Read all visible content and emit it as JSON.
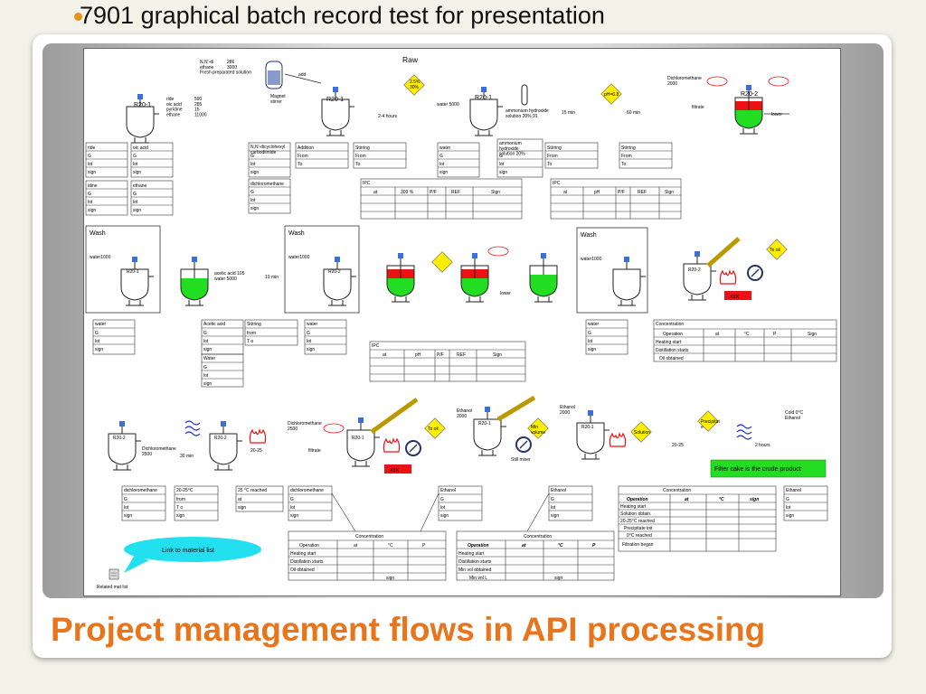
{
  "slide": {
    "bullet": "7901 graphical batch record test for presentation",
    "title": "Project management flows in API processing"
  },
  "colors": {
    "accent": "#e8751c",
    "bullet": "#e8901c",
    "green": "#22dd22",
    "red": "#ee1111",
    "yellow": "#ffee00",
    "cyan": "#22e0f0"
  },
  "diagram": {
    "raw_label": "Raw",
    "wash_label": "Wash",
    "add_label": "add",
    "lower_label": "lower",
    "filtrate_label": "filtrate",
    "xxx_label": "XXX",
    "reactors": {
      "r20_1": "R20-1",
      "r20_2": "R20-2"
    },
    "stage1_notes": {
      "ingredients": "N,N'-di\nethane\nFresh preparated solution",
      "ingredient_values": "286\n3000",
      "reagents": "ride\noic acid\npyridine\nethane",
      "reagent_values": "590\n285\n15\n11000",
      "stirrer": "Magnet\nstirrer",
      "hours": "2-4 hours",
      "water": "water 5000",
      "ammonium": "ammonium hydroxide\nsolution 20%  91",
      "min": "15 min",
      "dichloro": "Dichloromethane\n2000",
      "percent_tag": "2.5%\n30%",
      "ph_tag": "pH=6.8",
      "min60": "60 min"
    },
    "wash_notes": {
      "water1000": "water1000",
      "acetic": "acetic acid  105\nwater         5000",
      "min10": "10 min"
    },
    "stage3_notes": {
      "dichloro": "Dichloromethane\n2500",
      "min30": "30 min",
      "range": "20-25",
      "ethanol": "Ethanol\n2000",
      "ethanol_b": "Ethanol\n2000",
      "still_mixer": "Still mixer",
      "range2": "20-25",
      "hours2": "2 hours",
      "cold": "Cold 0°C\nEthanol",
      "filter_cake": "Filter cake is the crude product",
      "to_oil": "To oil",
      "min_volume": "Min\nvolume",
      "solution": "Solution",
      "precip": "Precipitat\ne"
    },
    "tables": {
      "col_at": "at",
      "col_percent": "309 %",
      "col_pf": "P/F",
      "col_ref": "REF",
      "col_sign": "Sign",
      "col_ph": "pH",
      "ipc": "IPC",
      "g": "G",
      "lot": "lot",
      "sign": "sign",
      "from": "From",
      "to": "To",
      "from_lc": "from",
      "to_lc": "T o",
      "concentration": "Concentration",
      "operation": "Operation",
      "deg_c": "°C",
      "p": "P",
      "heating_start": "Heating start",
      "distillation_starts": "Distillation starts",
      "oil_obtained": "Oil obtained",
      "min_vol_obtained": "Min vol obtained",
      "min_vol_l": "Min vol L",
      "solution_obtain": "Solution obtain.",
      "reached": "20-25°C reached",
      "precipitate_init": "Precipitate init",
      "zero_reached": "0°C reached",
      "filtration_began": "Filtration began",
      "hdr_ride": "ride",
      "hdr_oic": "oic acid",
      "hdr_idine": "idine",
      "hdr_ethane": "ethane",
      "hdr_nn": "N,N'-dicyclohexyl\ncarbodiimide",
      "hdr_addition": "Addition",
      "hdr_stirring": "Stirring",
      "hdr_water": "water",
      "hdr_ammonium": "ammonium\nhydroxide\nsolution 20%",
      "hdr_dichloromethane": "dichloromethane",
      "hdr_acetic": "Acetic acid",
      "hdr_water_cap": "Water",
      "hdr_range": "20-25°C",
      "hdr_reached": "25 °C reached",
      "hdr_ethanol": "Ethanol"
    },
    "link_label": "Link to material list",
    "related_label": "Related mat list"
  }
}
